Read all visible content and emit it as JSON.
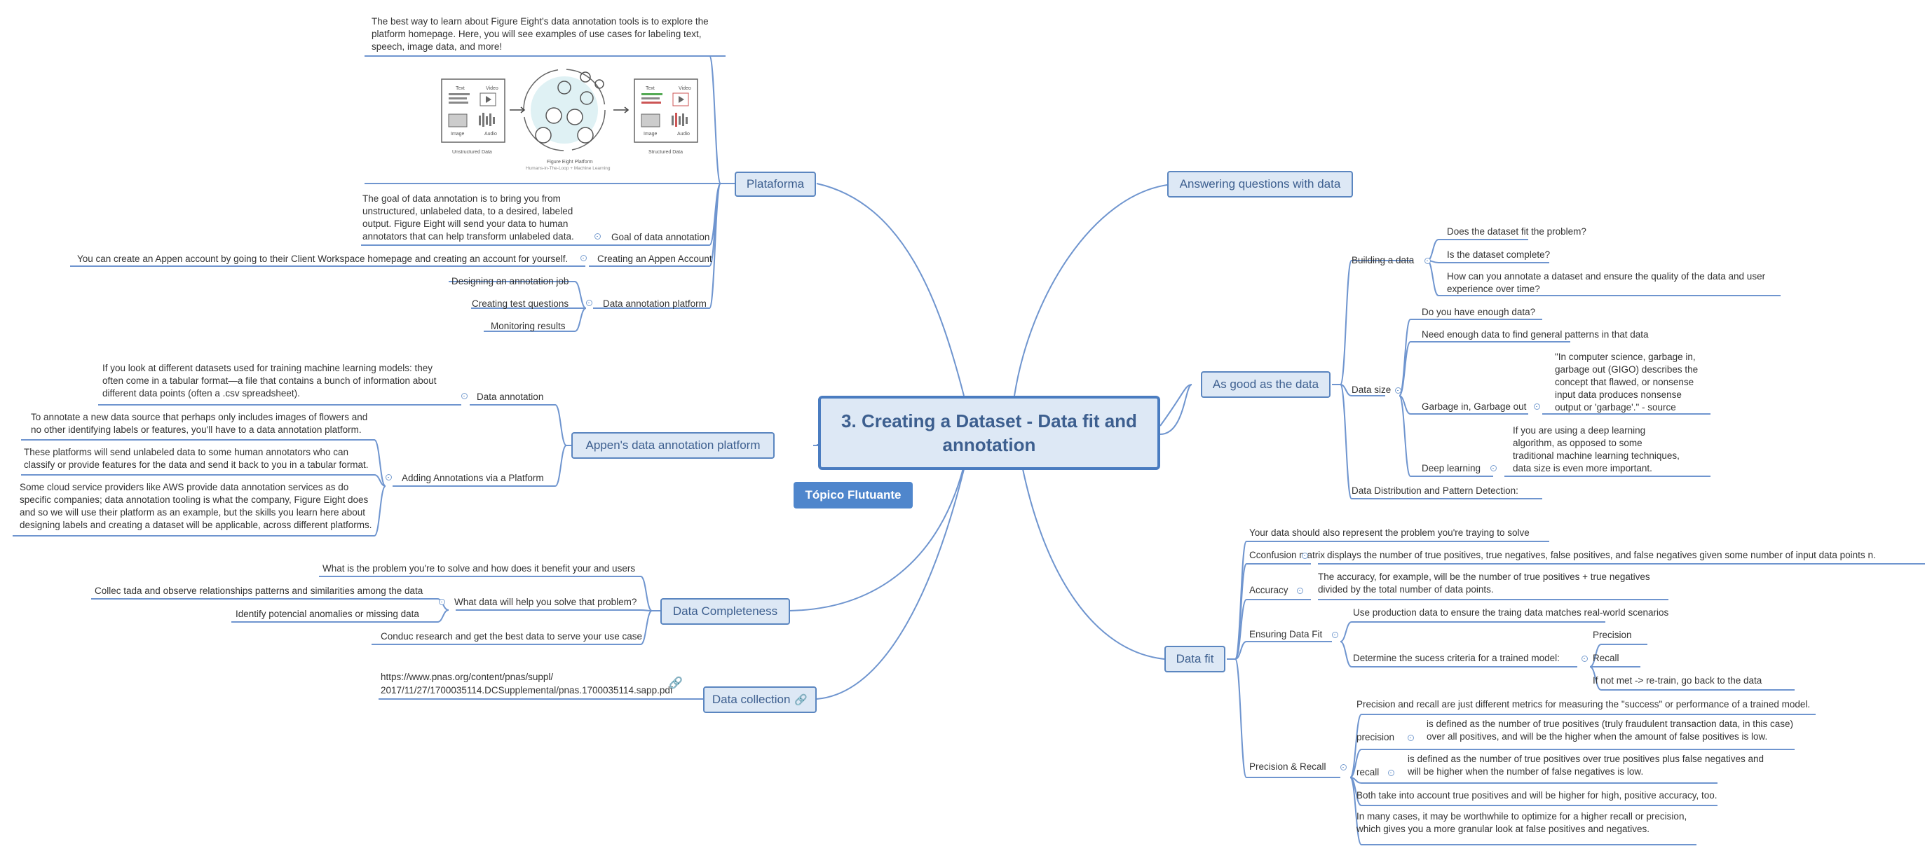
{
  "central": {
    "line1": "3. Creating a Dataset - Data fit and",
    "line2": "annotation"
  },
  "floating_topic": "Tópico Flutuante",
  "left": {
    "plataforma": {
      "label": "Plataforma",
      "intro": "The best way to learn about Figure Eight's data annotation tools is to explore the platform homepage. Here, you will see examples of use cases for labeling text, speech, image data, and more!",
      "illustration": {
        "text": "Text",
        "video": "Video",
        "image": "Image",
        "audio": "Audio",
        "unstructured": "Unstructured Data",
        "platform": "Figure Eight Platform",
        "platform_sub": "Humans-in-The-Loop + Machine Learning",
        "structured": "Structured Data"
      },
      "goal_label": "Goal of data annotation",
      "goal_text": "The goal of data annotation is to bring you from unstructured, unlabeled data, to a desired, labeled output. Figure Eight will send your data to human annotators that can help transform unlabeled data.",
      "account_label": "Creating an Appen Account",
      "account_text": "You can create an Appen account by going to their Client Workspace homepage and creating an account for yourself.",
      "platform_label": "Data annotation platform",
      "platform_items": [
        "Designing an annotation job",
        "Creating test questions",
        "Monitoring results"
      ]
    },
    "appen": {
      "label": "Appen's data annotation platform",
      "annotation_label": "Data annotation",
      "annotation_text": "If you look at different datasets used for training machine learning models: they often come in a tabular format—a file that contains a bunch of information about different data points (often a .csv spreadsheet).",
      "adding_label": "Adding Annotations via a Platform",
      "adding_items": [
        "To annotate a new data source that perhaps only includes images of flowers and no other identifying labels or features, you'll have to a data annotation platform.",
        "These platforms will send unlabeled data to some human annotators who can classify or provide features for the data and send it back to you in a tabular format.",
        "Some cloud service providers like AWS provide data annotation services as do specific companies; data annotation tooling is what the company, Figure Eight does and so we will use their platform as an example, but the skills you learn here about designing labels and creating a dataset will be applicable, across different platforms."
      ]
    },
    "completeness": {
      "label": "Data Completeness",
      "problem": "What is the problem you're to solve and how does it benefit your and users",
      "what_data_label": "What data will help you solve that problem?",
      "what_data_items": [
        "Collec tada and observe relationships patterns and similarities among the data",
        "Identify potencial anomalies or missing data"
      ],
      "conduct": "Conduc research and get the best data to serve your use case"
    },
    "collection": {
      "label": "Data collection",
      "url_line1": "https://www.pnas.org/content/pnas/suppl/",
      "url_line2": "2017/11/27/1700035114.DCSupplemental/pnas.1700035114.sapp.pdf"
    }
  },
  "right": {
    "answering": {
      "label": "Answering questions with data"
    },
    "good": {
      "label": "As good as the data",
      "building_label": "Building a data",
      "building_items": [
        "Does the dataset fit the problem?",
        "Is the dataset complete?",
        "How can you annotate a dataset and ensure the quality of the data and user experience over time?"
      ],
      "size_label": "Data size",
      "size_items": [
        "Do you have enough data?",
        "Need enough data to find general patterns in that data"
      ],
      "garbage_label": "Garbage in, Garbage out",
      "garbage_text": "\"In computer science, garbage in, garbage out (GIGO) describes the concept that flawed, or nonsense input data produces nonsense output or 'garbage'.\" - source",
      "deep_label": "Deep learning",
      "deep_text": "If you are using a deep learning algorithm, as opposed to some traditional machine learning techniques, data size is even more important.",
      "distribution": "Data Distribution and Pattern Detection:"
    },
    "fit": {
      "label": "Data fit",
      "represent": "Your data should also represent the problem you're traying to solve",
      "confusion_label": "Cconfusion matrix",
      "confusion_text": "displays the number of true positives, true negatives, false positives, and false negatives given some number of input data points n.",
      "accuracy_label": "Accuracy",
      "accuracy_text": "The accuracy, for example, will be the number of true positives + true negatives divided by the total number of data points.",
      "ensuring_label": "Ensuring Data Fit",
      "ensuring_text": "Use production data to ensure the traing data matches real-world scenarios",
      "criteria_label": "Determine the sucess criteria for a trained model:",
      "criteria_items": [
        "Precision",
        "Recall",
        "If not met -> re-train, go back to the data"
      ],
      "pr_label": "Precision & Recall",
      "pr_intro": "Precision and recall are just different metrics for measuring the \"success\" or performance of a trained model.",
      "precision_label": "precision",
      "precision_text": "is defined as the number of true positives (truly fraudulent transaction data, in this case) over all positives, and will be the higher when the amount of false positives is low.",
      "recall_label": "recall",
      "recall_text": "is defined as the number of true positives over true positives plus false negatives and will be higher when the number of false negatives is low.",
      "both": "Both take into account true positives and will be higher for high, positive accuracy, too.",
      "many": "In many cases, it may be worthwhile to optimize for a higher recall or precision, which gives you a more granular look at false positives and negatives."
    }
  }
}
